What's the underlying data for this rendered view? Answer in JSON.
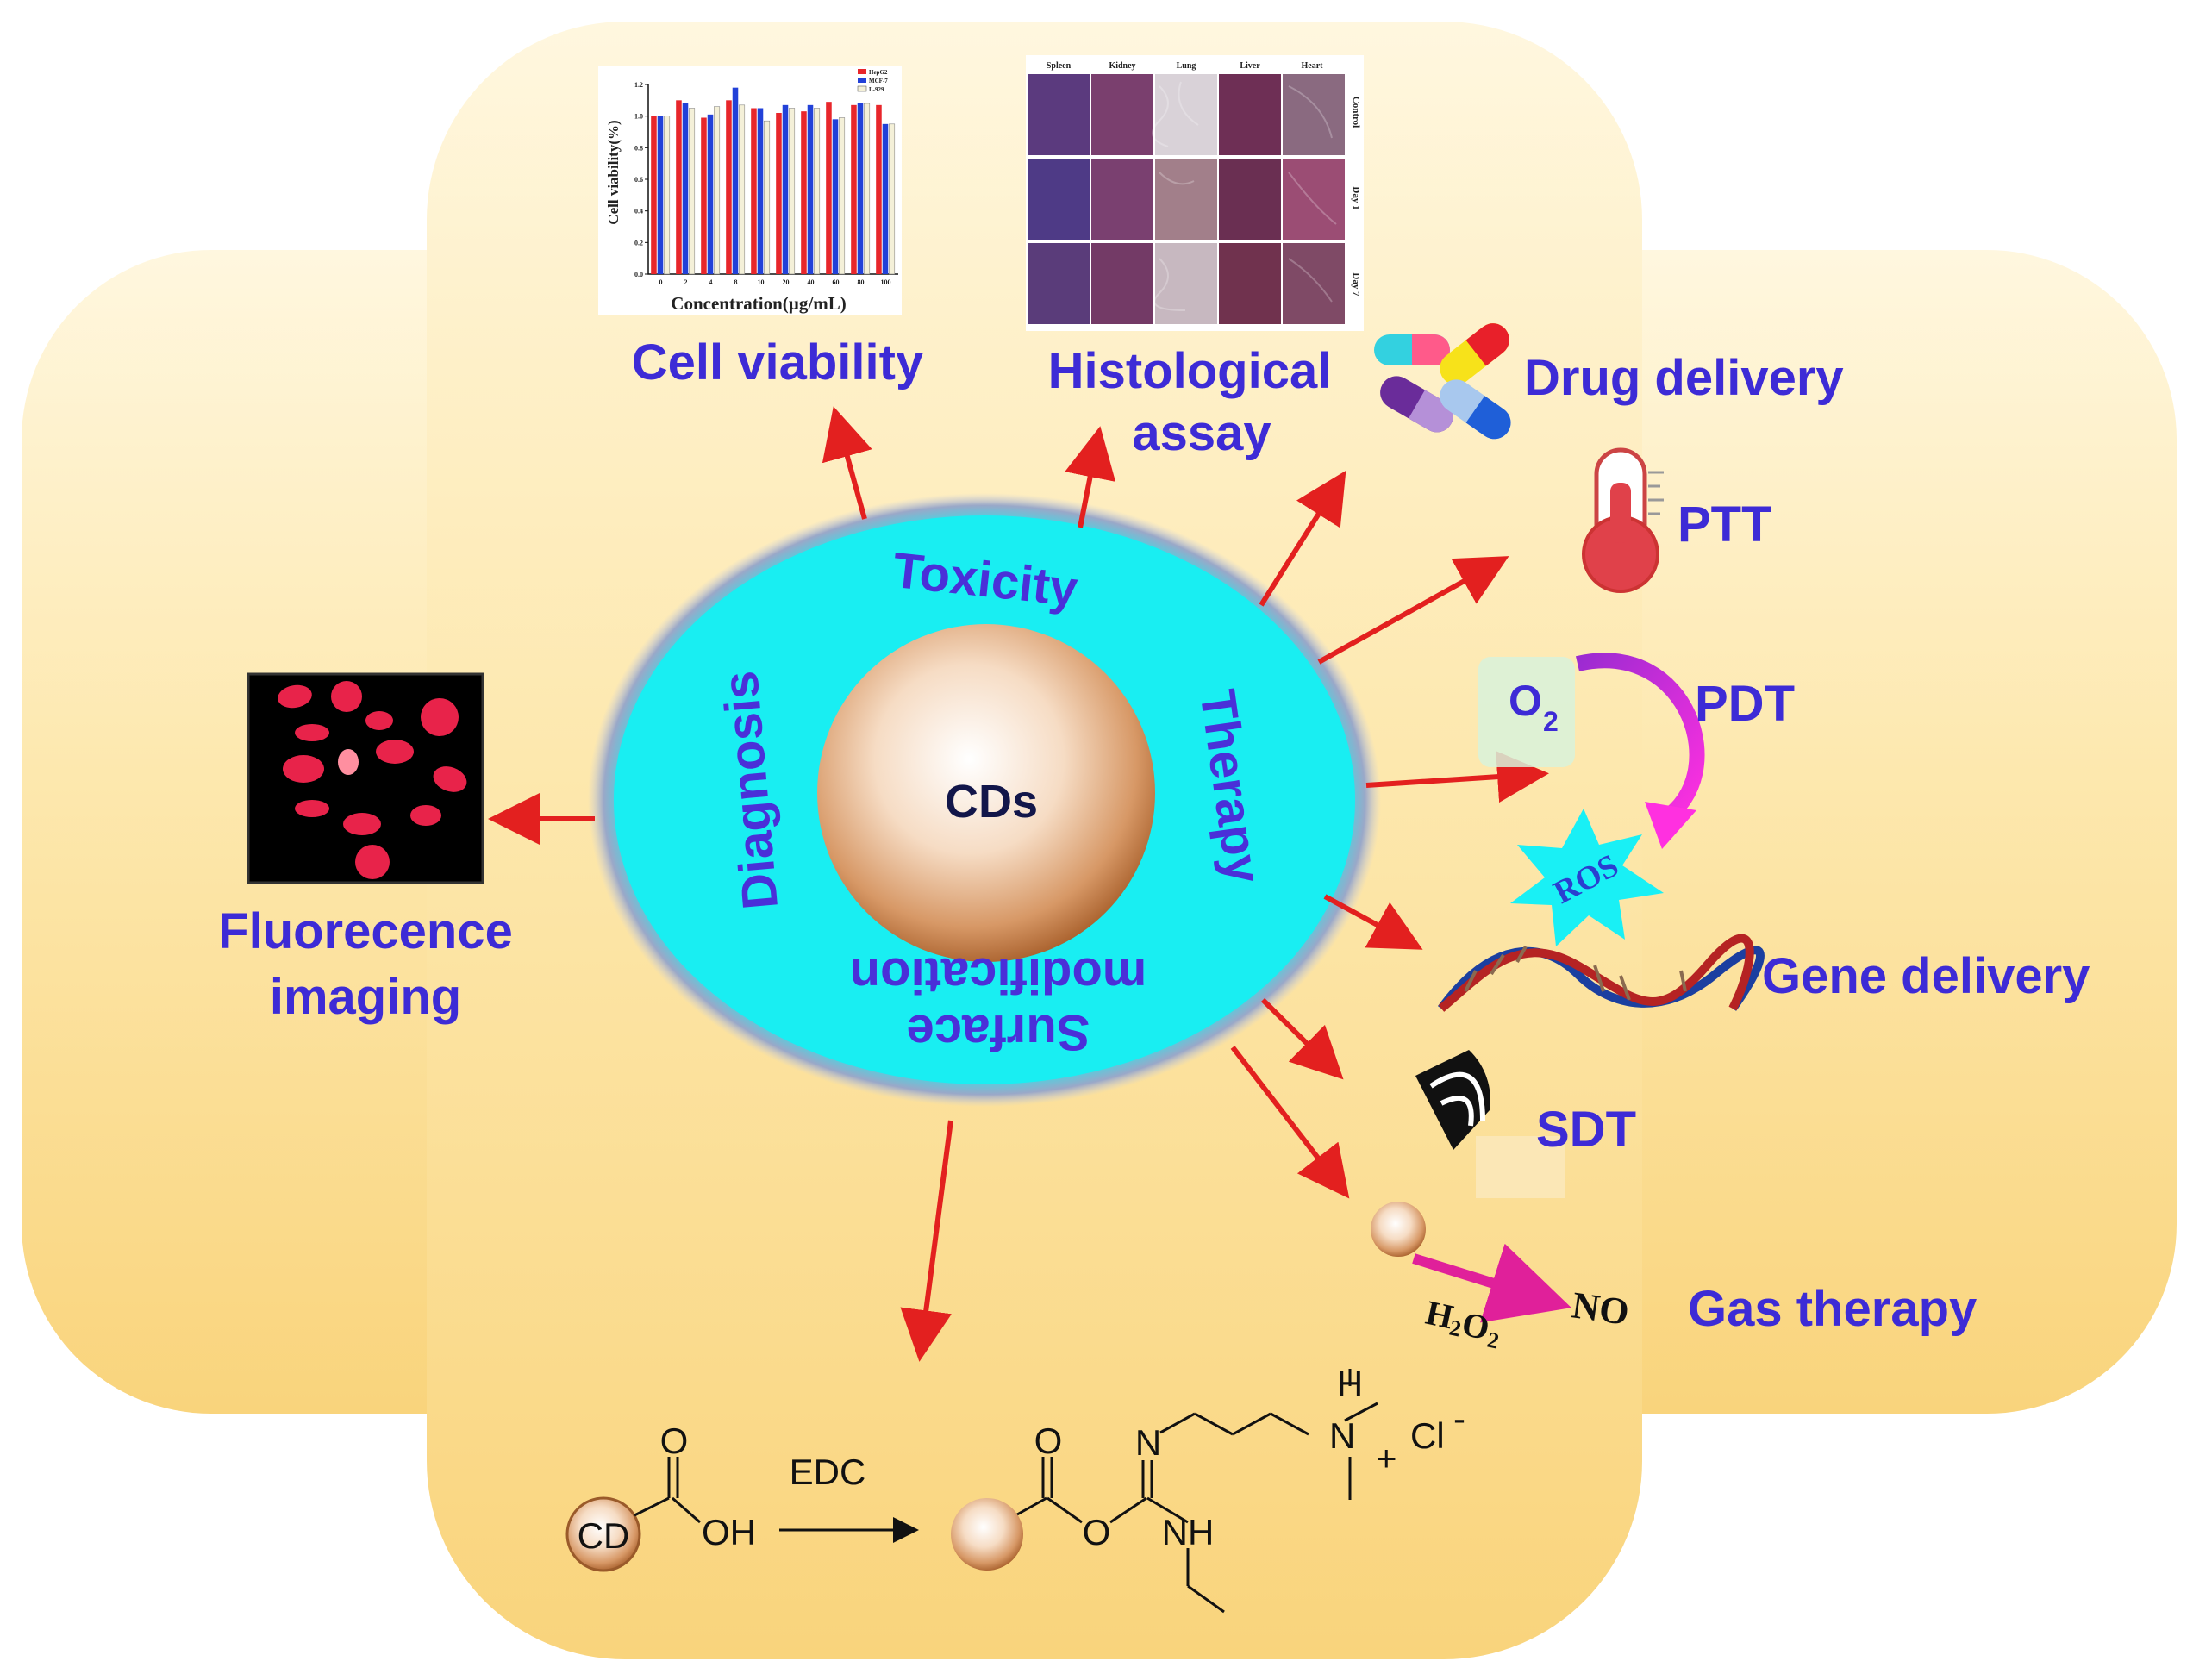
{
  "center": {
    "core_label": "CDs",
    "ring": {
      "top": "Toxicity",
      "left": "Diagnosis",
      "right": "Therapy",
      "bottom_line1": "Surface",
      "bottom_line2": "modification"
    }
  },
  "branches": {
    "cell_viability": "Cell viability",
    "histological_line1": "Histological",
    "histological_line2": "assay",
    "drug_delivery": "Drug delivery",
    "ptt": "PTT",
    "pdt": "PDT",
    "gene_delivery": "Gene delivery",
    "sdt": "SDT",
    "gas_therapy": "Gas therapy",
    "fluorescence_line1": "Fluorecence",
    "fluorescence_line2": "imaging"
  },
  "pdt_detail": {
    "o2": "O",
    "o2_sub": "2",
    "ros": "ROS"
  },
  "gas_detail": {
    "h2o2_a": "H",
    "h2o2_sub1": "2",
    "h2o2_b": "O",
    "h2o2_sub2": "2",
    "no": "NO"
  },
  "chemistry": {
    "cd_label": "CD",
    "reagent": "EDC",
    "o_top1": "O",
    "oh": "OH",
    "o_top2": "O",
    "o_mid": "O",
    "n_imine": "N",
    "nh": "NH",
    "n_plus": "N",
    "plus": "+",
    "h": "H",
    "cl": "Cl",
    "cl_minus": "-"
  },
  "inset_chart": {
    "ylabel": "Cell viability(%)",
    "xlabel": "Concentration(µg/mL)",
    "legend": [
      "HepG2",
      "MCF-7",
      "L-929"
    ]
  },
  "chart_data": {
    "type": "bar",
    "categories": [
      "0",
      "2",
      "4",
      "8",
      "10",
      "20",
      "40",
      "60",
      "80",
      "100"
    ],
    "series": [
      {
        "name": "HepG2",
        "values": [
          1.0,
          1.1,
          0.99,
          1.1,
          1.05,
          1.02,
          1.03,
          1.09,
          1.07,
          1.07
        ]
      },
      {
        "name": "MCF-7",
        "values": [
          1.0,
          1.08,
          1.01,
          1.18,
          1.05,
          1.07,
          1.07,
          0.98,
          1.08,
          0.95
        ]
      },
      {
        "name": "L-929",
        "values": [
          1.0,
          1.05,
          1.06,
          1.07,
          0.97,
          1.05,
          1.05,
          0.99,
          1.08,
          0.95
        ]
      }
    ],
    "ylim": [
      0,
      1.2
    ],
    "yticks": [
      "0.0",
      "0.2",
      "0.4",
      "0.6",
      "0.8",
      "1.0",
      "1.2"
    ],
    "colors": [
      "#e8262b",
      "#2241d8",
      "#f4f0d8"
    ]
  },
  "histology": {
    "columns": [
      "Spleen",
      "Kidney",
      "Lung",
      "Liver",
      "Heart"
    ],
    "rows": [
      "Control",
      "Day 1",
      "Day 7"
    ]
  },
  "colors": {
    "background_shape": "#fbe3a0",
    "ring": "#19eef2",
    "label": "#3d2bd6",
    "arrow": "#e3201f"
  }
}
